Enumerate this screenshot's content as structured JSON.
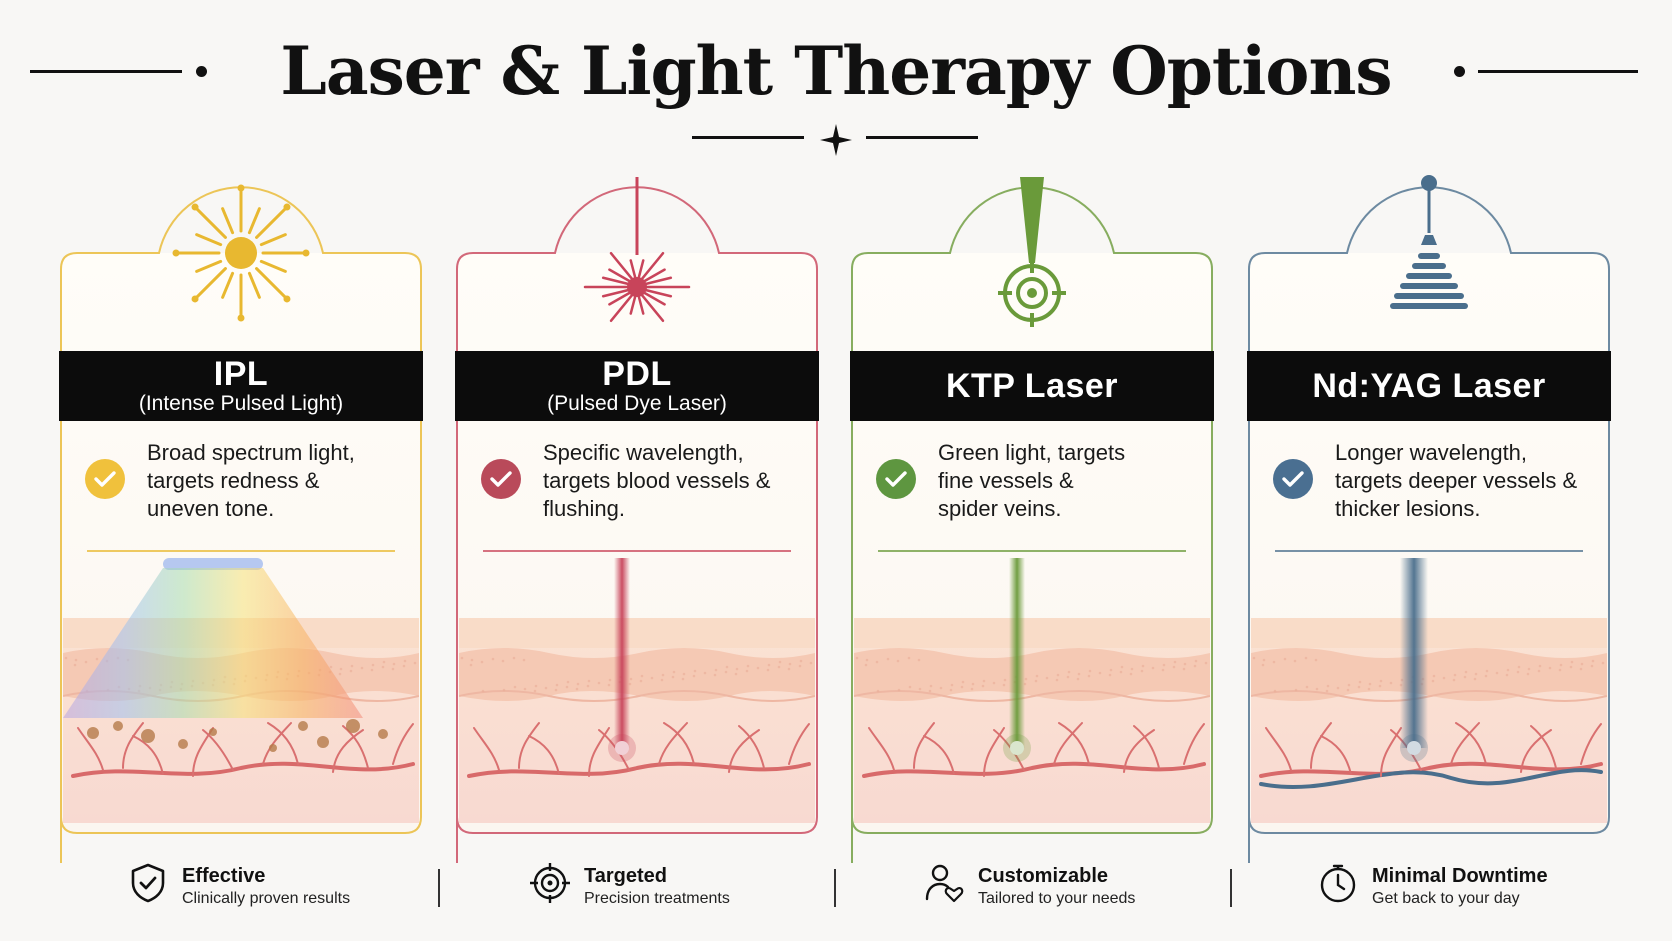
{
  "title": "Laser & Light Therapy Options",
  "cards": [
    {
      "name": "IPL",
      "subtitle": "(Intense Pulsed Light)",
      "desc_lines": [
        "Broad spectrum light,",
        "targets redness &",
        "uneven tone."
      ],
      "accent": "#e8b830",
      "check_color": "#f0c13c",
      "icon": "sunburst-icon"
    },
    {
      "name": "PDL",
      "subtitle": "(Pulsed Dye Laser)",
      "desc_lines": [
        "Specific wavelength,",
        "targets blood vessels &",
        "flushing."
      ],
      "accent": "#c8445a",
      "check_color": "#b94a5a",
      "icon": "laser-burst-icon"
    },
    {
      "name": "KTP Laser",
      "subtitle": "",
      "desc_lines": [
        "Green light, targets",
        "fine vessels &",
        "spider veins."
      ],
      "accent": "#6a9a3a",
      "check_color": "#5e9640",
      "icon": "target-beam-icon"
    },
    {
      "name": "Nd:YAG Laser",
      "subtitle": "",
      "desc_lines": [
        "Longer wavelength,",
        "targets deeper vessels &",
        "thicker lesions."
      ],
      "accent": "#4a6e8c",
      "check_color": "#4a6f91",
      "icon": "deep-beam-icon"
    }
  ],
  "features": [
    {
      "title": "Effective",
      "subtitle": "Clinically proven results",
      "icon": "shield-check-icon"
    },
    {
      "title": "Targeted",
      "subtitle": "Precision treatments",
      "icon": "crosshair-icon"
    },
    {
      "title": "Customizable",
      "subtitle": "Tailored to your needs",
      "icon": "person-heart-icon"
    },
    {
      "title": "Minimal Downtime",
      "subtitle": "Get back to your day",
      "icon": "clock-icon"
    }
  ]
}
